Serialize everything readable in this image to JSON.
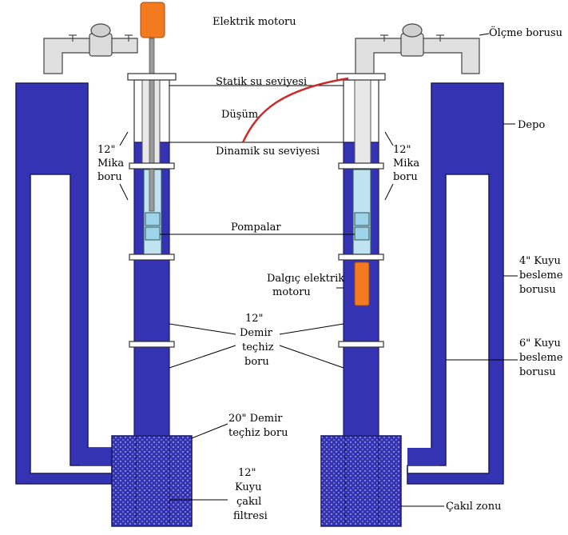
{
  "labels": {
    "motor": "Elektrik motoru",
    "measure_pipe": "Ölçme borusu",
    "static_level": "Statik su seviyesi",
    "drawdown": "Düşüm",
    "dynamic_level": "Dinamik su seviyesi",
    "depot": "Depo",
    "mica_left": [
      "12\"",
      "Mika",
      "boru"
    ],
    "mica_right": [
      "12\"",
      "Mika",
      "boru"
    ],
    "pumps": "Pompalar",
    "submersible_motor": [
      "Dalgıç elektrik",
      "motoru"
    ],
    "feed_4": [
      "4\" Kuyu",
      "besleme",
      "borusu"
    ],
    "iron_casing_12": [
      "12\"",
      "Demir",
      "teçhiz",
      "boru"
    ],
    "feed_6": [
      "6\" Kuyu",
      "besleme",
      "borusu"
    ],
    "iron_casing_20": [
      "20\" Demir",
      "teçhiz boru"
    ],
    "gravel_filter": [
      "12\"",
      "Kuyu",
      "çakıl",
      "filtresi"
    ],
    "gravel_zone": "Çakıl zonu"
  },
  "colors": {
    "water": "#3333b3",
    "water_stroke": "#1a1a66",
    "pipe_light": "#bfe3f0",
    "motor": "#f47a20",
    "drawdown_curve": "#cc2a2a",
    "head_gray": "#e0e0e0"
  }
}
